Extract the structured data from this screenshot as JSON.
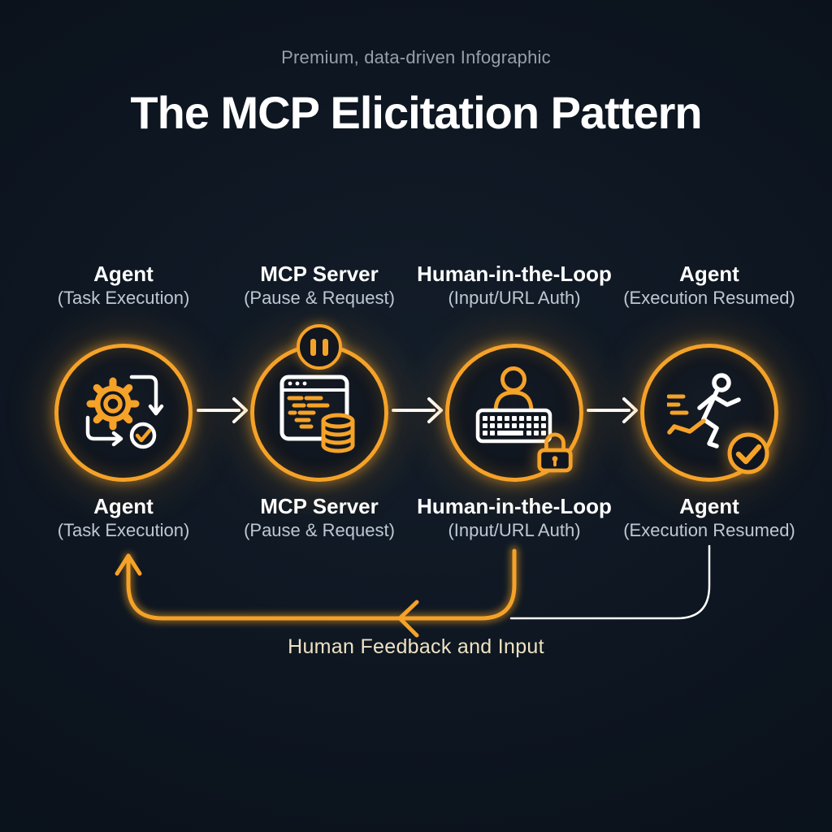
{
  "header": {
    "subtitle": "Premium, data-driven Infographic",
    "title": "The MCP Elicitation Pattern"
  },
  "nodes": [
    {
      "label": "Agent",
      "sublabel": "(Task Execution)",
      "icon": "gear-cycle-check-icon"
    },
    {
      "label": "MCP Server",
      "sublabel": "(Pause & Request)",
      "icon": "browser-code-database-icon",
      "badge_icon": "pause-icon"
    },
    {
      "label": "Human-in-the-Loop",
      "sublabel": "(Input/URL Auth)",
      "icon": "person-keyboard-icon",
      "badge_icon": "lock-icon"
    },
    {
      "label": "Agent",
      "sublabel": "(Execution Resumed)",
      "icon": "runner-icon",
      "badge_icon": "check-icon"
    }
  ],
  "feedback_loop": {
    "caption": "Human Feedback and Input"
  },
  "colors": {
    "bg": "#0d1520",
    "fill": "#10161f",
    "accent": "#f5a228",
    "subtitle": "#96a0ab",
    "sublabel": "#bfc8d2",
    "caption": "#efe2c2"
  }
}
